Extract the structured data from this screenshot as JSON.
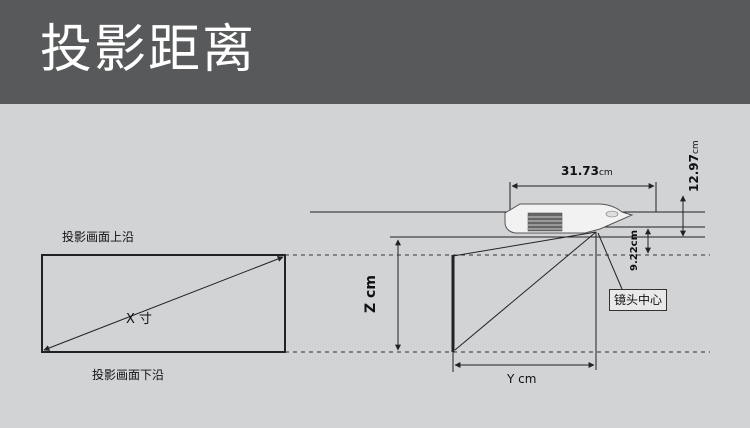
{
  "title": "投影距离",
  "labels": {
    "screen_top": "投影画面上沿",
    "screen_bottom": "投影画面下沿",
    "diagonal": "X 寸",
    "z": "Z cm",
    "y": "Y cm",
    "lens_center": "镜头中心",
    "dim_31": "31.73",
    "dim_31_unit": "cm",
    "dim_12": "12.97",
    "dim_12_unit": "cm",
    "dim_9": "9.22cm"
  },
  "colors": {
    "header": "#58595b",
    "background": "#d2d3d5",
    "lines": "#222222"
  }
}
